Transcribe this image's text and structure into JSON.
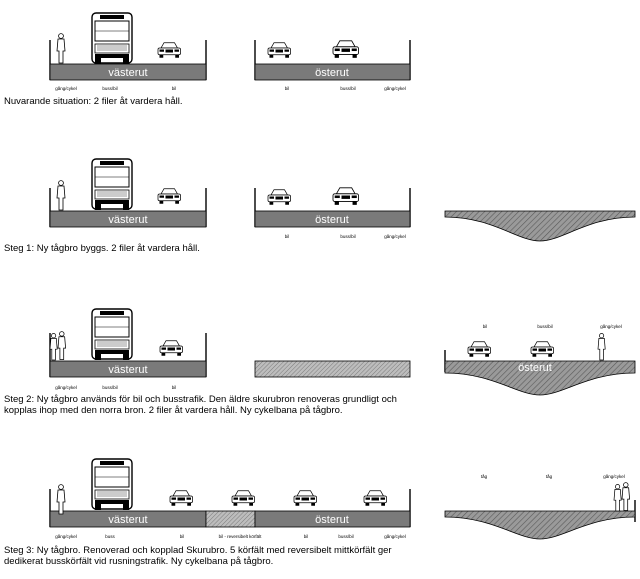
{
  "rows": [
    {
      "caption": "Nuvarande situation: 2 filer åt vardera håll.",
      "left": {
        "deck_label": "västerut",
        "lane_labels": [
          "gång/cykel",
          "buss/bil",
          "bil"
        ]
      },
      "right": {
        "deck_label": "österut",
        "lane_labels": [
          "bil",
          "buss/bil",
          "gång/cykel"
        ]
      }
    },
    {
      "caption": "Steg 1: Ny tågbro byggs. 2 filer åt vardera håll.",
      "left": {
        "deck_label": "västerut",
        "lane_labels": []
      },
      "right": {
        "deck_label": "österut",
        "lane_labels": [
          "bil",
          "buss/bil",
          "gång/cykel"
        ]
      }
    },
    {
      "caption_lines": [
        "Steg 2: Ny tågbro används för bil och busstrafik. Den äldre skurubron renoveras grundligt och",
        "kopplas ihop med den norra bron. 2 filer åt vardera håll. Ny cykelbana på tågbro."
      ],
      "left": {
        "deck_label": "västerut",
        "lane_labels": [
          "gång/cykel",
          "buss/bil",
          "bil"
        ]
      },
      "right": {
        "deck_label": "österut",
        "lane_labels": [
          "bil",
          "buss/bil",
          "gång/cykel"
        ]
      }
    },
    {
      "caption_lines": [
        "Steg 3: Ny tågbro. Renoverad och kopplad Skurubro. 5 körfält med reversibelt mittkörfält ger",
        "dedikerat busskörfält vid rusningstrafik. Ny cykelbana på tågbro."
      ],
      "left": {
        "deck_label": "västerut",
        "lane_labels": [
          "gång/cykel",
          "buss",
          "bil",
          "bil - reversibelt körfält",
          "bil",
          "buss/bil",
          "gång/cykel"
        ]
      },
      "right": {
        "deck_label": "österut"
      },
      "tagbro_lane_labels": [
        "tåg",
        "tåg",
        "gång/cykel"
      ]
    }
  ]
}
